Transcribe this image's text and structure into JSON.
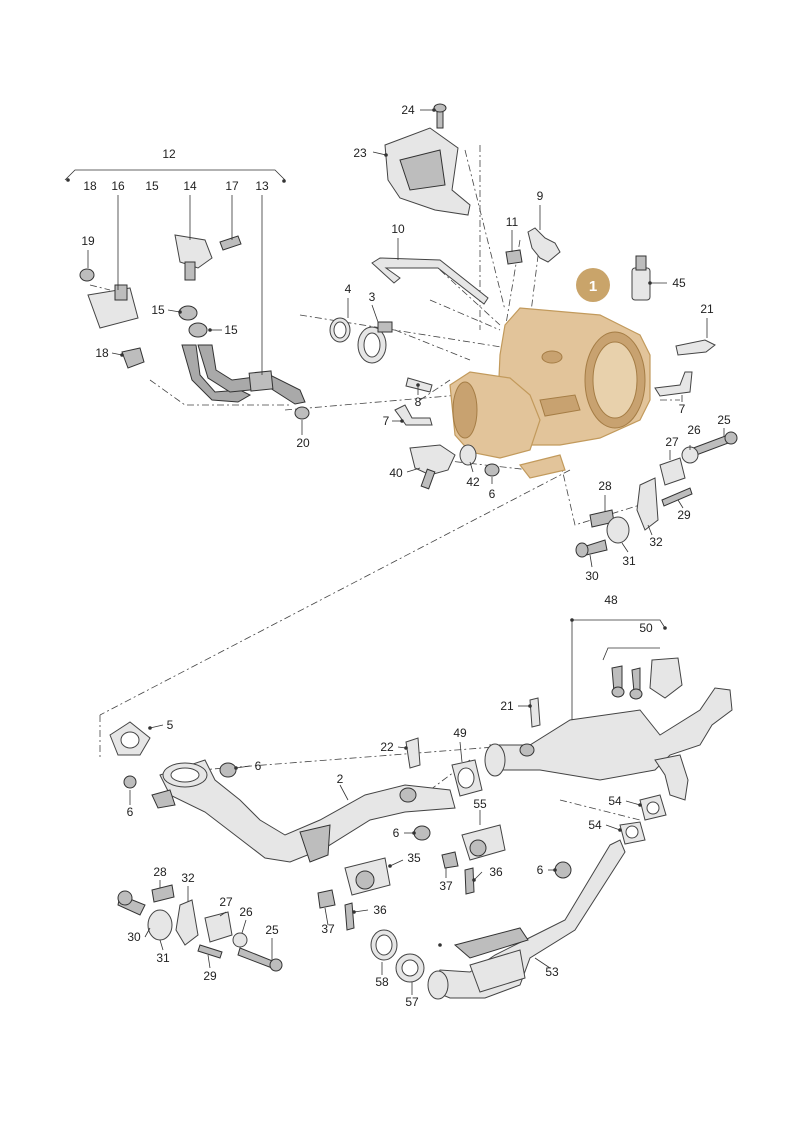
{
  "highlight": {
    "number": "1",
    "color": "#c9a46a"
  },
  "callouts": [
    {
      "id": "c12",
      "text": "12"
    },
    {
      "id": "c18",
      "text": "18"
    },
    {
      "id": "c16",
      "text": "16"
    },
    {
      "id": "c15a",
      "text": "15"
    },
    {
      "id": "c14",
      "text": "14"
    },
    {
      "id": "c17",
      "text": "17"
    },
    {
      "id": "c13",
      "text": "13"
    },
    {
      "id": "c19",
      "text": "19"
    },
    {
      "id": "c15b",
      "text": "15"
    },
    {
      "id": "c15c",
      "text": "15"
    },
    {
      "id": "c18b",
      "text": "18"
    },
    {
      "id": "c20",
      "text": "20"
    },
    {
      "id": "c24",
      "text": "24"
    },
    {
      "id": "c23",
      "text": "23"
    },
    {
      "id": "c10",
      "text": "10"
    },
    {
      "id": "c11",
      "text": "11"
    },
    {
      "id": "c9",
      "text": "9"
    },
    {
      "id": "c45",
      "text": "45"
    },
    {
      "id": "c4",
      "text": "4"
    },
    {
      "id": "c3",
      "text": "3"
    },
    {
      "id": "c21a",
      "text": "21"
    },
    {
      "id": "c8",
      "text": "8"
    },
    {
      "id": "c7a",
      "text": "7"
    },
    {
      "id": "c7b",
      "text": "7"
    },
    {
      "id": "c25a",
      "text": "25"
    },
    {
      "id": "c27a",
      "text": "27"
    },
    {
      "id": "c26a",
      "text": "26"
    },
    {
      "id": "c40",
      "text": "40"
    },
    {
      "id": "c42",
      "text": "42"
    },
    {
      "id": "c6a",
      "text": "6"
    },
    {
      "id": "c28a",
      "text": "28"
    },
    {
      "id": "c29a",
      "text": "29"
    },
    {
      "id": "c32a",
      "text": "32"
    },
    {
      "id": "c30a",
      "text": "30"
    },
    {
      "id": "c31a",
      "text": "31"
    },
    {
      "id": "c48",
      "text": "48"
    },
    {
      "id": "c50",
      "text": "50"
    },
    {
      "id": "c5",
      "text": "5"
    },
    {
      "id": "c6b",
      "text": "6"
    },
    {
      "id": "c6c",
      "text": "6"
    },
    {
      "id": "c21b",
      "text": "21"
    },
    {
      "id": "c22",
      "text": "22"
    },
    {
      "id": "c49",
      "text": "49"
    },
    {
      "id": "c2",
      "text": "2"
    },
    {
      "id": "c6d",
      "text": "6"
    },
    {
      "id": "c55",
      "text": "55"
    },
    {
      "id": "c35",
      "text": "35"
    },
    {
      "id": "c37a",
      "text": "37"
    },
    {
      "id": "c36a",
      "text": "36"
    },
    {
      "id": "c54a",
      "text": "54"
    },
    {
      "id": "c54b",
      "text": "54"
    },
    {
      "id": "c6e",
      "text": "6"
    },
    {
      "id": "c28b",
      "text": "28"
    },
    {
      "id": "c32b",
      "text": "32"
    },
    {
      "id": "c30b",
      "text": "30"
    },
    {
      "id": "c27b",
      "text": "27"
    },
    {
      "id": "c26b",
      "text": "26"
    },
    {
      "id": "c31b",
      "text": "31"
    },
    {
      "id": "c29b",
      "text": "29"
    },
    {
      "id": "c25b",
      "text": "25"
    },
    {
      "id": "c37b",
      "text": "37"
    },
    {
      "id": "c36b",
      "text": "36"
    },
    {
      "id": "c58",
      "text": "58"
    },
    {
      "id": "c57",
      "text": "57"
    },
    {
      "id": "c53",
      "text": "53"
    }
  ]
}
